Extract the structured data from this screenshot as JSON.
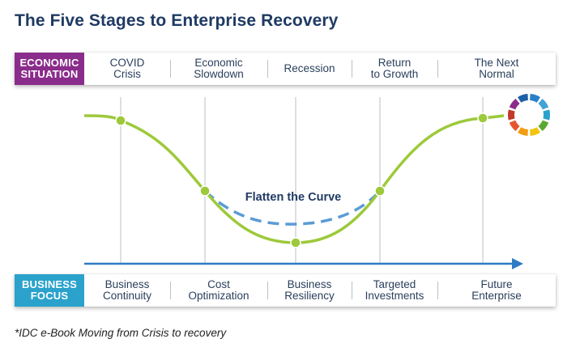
{
  "title": "The Five Stages to Enterprise Recovery",
  "economic": {
    "label": "ECONOMIC\nSITUATION",
    "stages": [
      "COVID\nCrisis",
      "Economic\nSlowdown",
      "Recession",
      "Return\nto Growth",
      "The Next\nNormal"
    ]
  },
  "business": {
    "label": "BUSINESS\nFOCUS",
    "stages": [
      "Business\nContinuity",
      "Cost\nOptimization",
      "Business\nResiliency",
      "Targeted\nInvestments",
      "Future\nEnterprise"
    ]
  },
  "curve_label": "Flatten the Curve",
  "footnote": "*IDC e-Book Moving from Crisis to recovery",
  "colors": {
    "title": "#1f3a63",
    "economic_label_bg": "#8a2c8b",
    "business_label_bg": "#2aa2cc",
    "curve": "#9dc93a",
    "dashed_curve": "#5b9bd5",
    "arrow": "#2f7bc4",
    "ring": [
      "#2980c8",
      "#41a3d6",
      "#2aa2cc",
      "#5aa832",
      "#f1c40f",
      "#f39c12",
      "#e4572e",
      "#c0392b",
      "#8a2c8b",
      "#1f5fa8"
    ]
  }
}
